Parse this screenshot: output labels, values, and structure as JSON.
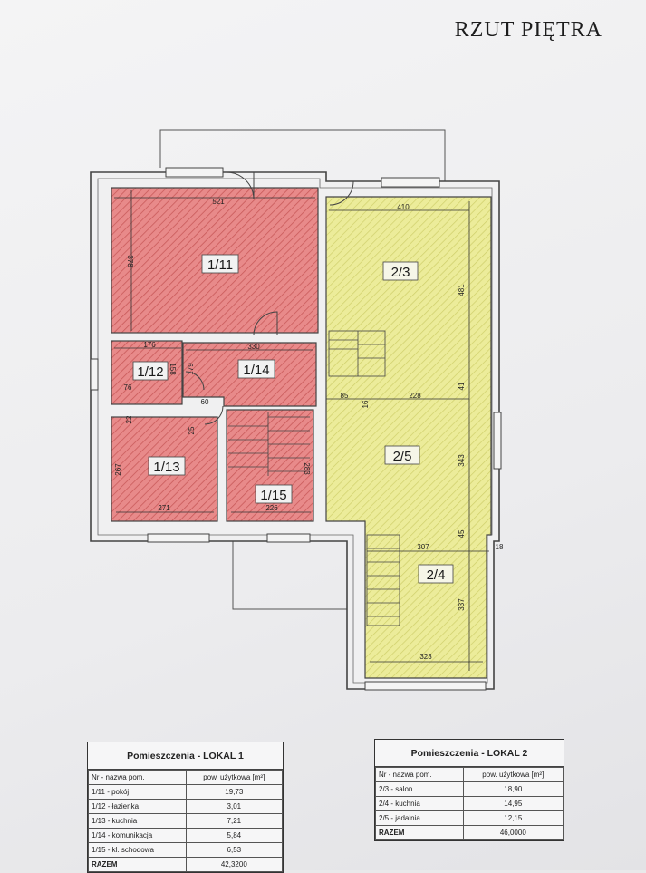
{
  "title": "RZUT PIĘTRA",
  "rooms": {
    "r111": "1/11",
    "r112": "1/12",
    "r113": "1/13",
    "r114": "1/14",
    "r115": "1/15",
    "r23": "2/3",
    "r24": "2/4",
    "r25": "2/5"
  },
  "dimensions": {
    "d521": "521",
    "d378": "378",
    "d176": "176",
    "d330": "330",
    "d158": "158",
    "d179": "179",
    "d76": "76",
    "d60": "60",
    "d25": "25",
    "d22": "22",
    "d267": "267",
    "d271": "271",
    "d226": "226",
    "d283": "283",
    "d410": "410",
    "d481": "481",
    "d85": "85",
    "d16": "16",
    "d228": "228",
    "d41": "41",
    "d343": "343",
    "d45": "45",
    "d307": "307",
    "d18": "18",
    "d337": "337",
    "d323": "323"
  },
  "colors": {
    "lokal1": "#e88a8a",
    "lokal2": "#ecec9a",
    "wall": "#444444"
  },
  "table1": {
    "header": "Pomieszczenia - LOKAL 1",
    "col1": "Nr - nazwa pom.",
    "col2": "pow. użytkowa [m²]",
    "rows": [
      {
        "name": "1/11 - pokój",
        "area": "19,73"
      },
      {
        "name": "1/12 - łazienka",
        "area": "3,01"
      },
      {
        "name": "1/13 - kuchnia",
        "area": "7,21"
      },
      {
        "name": "1/14 - komunikacja",
        "area": "5,84"
      },
      {
        "name": "1/15 - kl. schodowa",
        "area": "6,53"
      }
    ],
    "total_label": "RAZEM",
    "total_value": "42,3200"
  },
  "table2": {
    "header": "Pomieszczenia - LOKAL 2",
    "col1": "Nr - nazwa pom.",
    "col2": "pow. użytkowa [m²]",
    "rows": [
      {
        "name": "2/3 - salon",
        "area": "18,90"
      },
      {
        "name": "2/4 - kuchnia",
        "area": "14,95"
      },
      {
        "name": "2/5 - jadalnia",
        "area": "12,15"
      }
    ],
    "total_label": "RAZEM",
    "total_value": "46,0000"
  }
}
